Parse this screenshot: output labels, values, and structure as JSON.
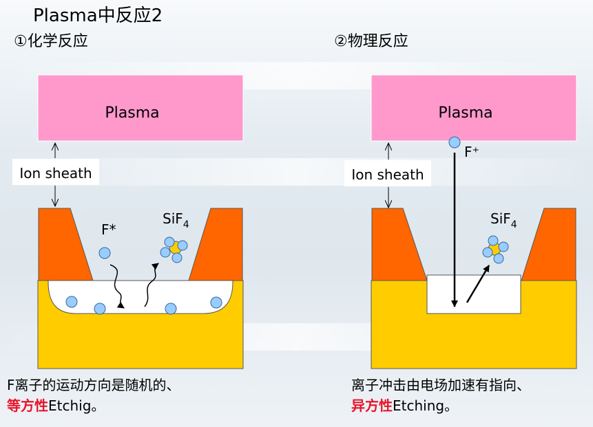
{
  "title": "Plasma中反应2",
  "left": {
    "subtitle": "①化学反应",
    "plasma_label": "Plasma",
    "sheath_label": "Ion sheath",
    "ion_label": "F*",
    "product_label": "SiF",
    "product_subscript": "4",
    "caption_line1": "F离子的运动方向是随机的、",
    "caption_red": "等方性",
    "caption_rest": "Etchig。"
  },
  "right": {
    "subtitle": "②物理反应",
    "plasma_label": "Plasma",
    "sheath_label": "Ion sheath",
    "ion_label": "F⁺",
    "product_label": "SiF",
    "product_subscript": "4",
    "caption_line1": "离子冲击由电场加速有指向、",
    "caption_red": "异方性",
    "caption_rest": "Etching。"
  },
  "colors": {
    "plasma": "#ff99cc",
    "mask": "#ff6600",
    "silicon": "#ffcc00",
    "particle": "#99ccff",
    "highlight": "#e8142a"
  }
}
